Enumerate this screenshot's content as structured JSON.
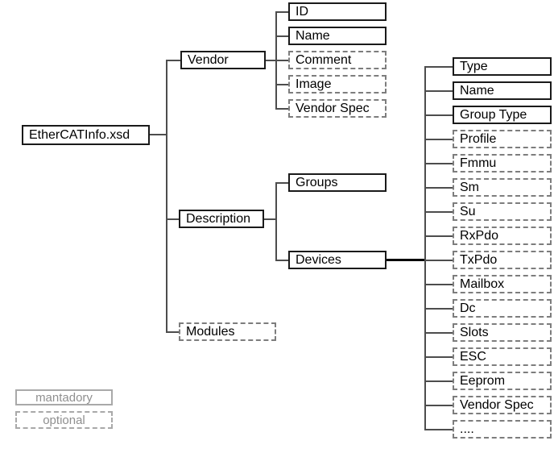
{
  "diagram": {
    "root": {
      "label": "EtherCATInfo.xsd",
      "type": "mandatory"
    },
    "level1": {
      "vendor": {
        "label": "Vendor",
        "type": "mandatory"
      },
      "description": {
        "label": "Description",
        "type": "mandatory"
      },
      "modules": {
        "label": "Modules",
        "type": "optional"
      }
    },
    "vendor_children": [
      {
        "label": "ID",
        "type": "mandatory"
      },
      {
        "label": "Name",
        "type": "mandatory"
      },
      {
        "label": "Comment",
        "type": "optional"
      },
      {
        "label": "Image",
        "type": "optional"
      },
      {
        "label": "Vendor Spec",
        "type": "optional"
      }
    ],
    "description_children": [
      {
        "label": "Groups",
        "type": "mandatory"
      },
      {
        "label": "Devices",
        "type": "mandatory"
      }
    ],
    "devices_children": [
      {
        "label": "Type",
        "type": "mandatory"
      },
      {
        "label": "Name",
        "type": "mandatory"
      },
      {
        "label": "Group Type",
        "type": "mandatory"
      },
      {
        "label": "Profile",
        "type": "optional"
      },
      {
        "label": "Fmmu",
        "type": "optional"
      },
      {
        "label": "Sm",
        "type": "optional"
      },
      {
        "label": "Su",
        "type": "optional"
      },
      {
        "label": "RxPdo",
        "type": "optional"
      },
      {
        "label": "TxPdo",
        "type": "optional"
      },
      {
        "label": "Mailbox",
        "type": "optional"
      },
      {
        "label": "Dc",
        "type": "optional"
      },
      {
        "label": "Slots",
        "type": "optional"
      },
      {
        "label": "ESC",
        "type": "optional"
      },
      {
        "label": "Eeprom",
        "type": "optional"
      },
      {
        "label": "Vendor Spec",
        "type": "optional"
      },
      {
        "label": "....",
        "type": "optional"
      }
    ],
    "legend": {
      "mandatory": {
        "label": "mantadory",
        "style": "solid"
      },
      "optional": {
        "label": "optional",
        "style": "dashed"
      }
    },
    "colors": {
      "mandatory_border": "#1a1a1a",
      "optional_border": "#7d7d7d",
      "connector_line": "#4d4d4d",
      "devices_connector_line": "#000000",
      "legend_gray": "#8f8f8f",
      "text": "#000000",
      "background": "#ffffff"
    }
  }
}
